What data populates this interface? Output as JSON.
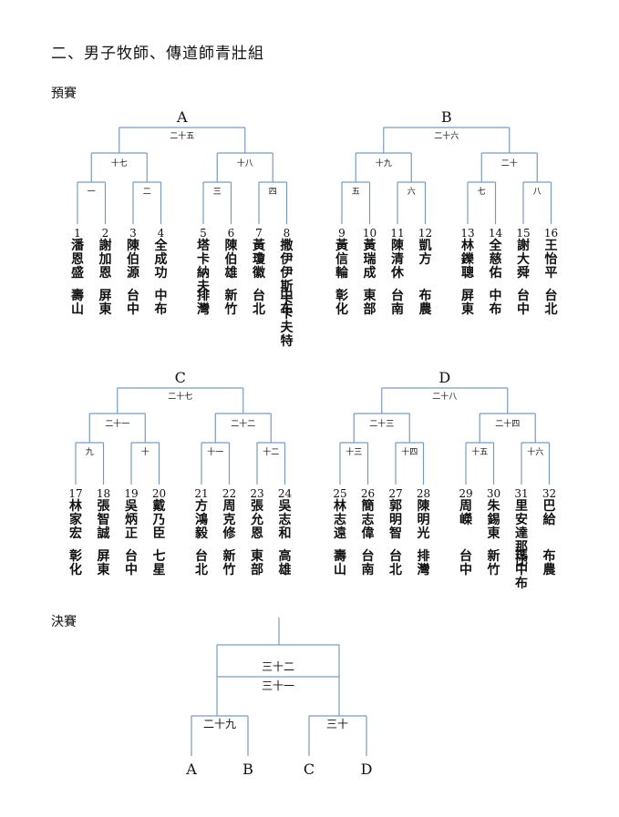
{
  "page": {
    "title": "二、男子牧師、傳道師青壯組",
    "prelim_label": "預賽",
    "final_label": "決賽"
  },
  "groups": [
    {
      "letter": "A",
      "top": "二十五",
      "semis": [
        "十七",
        "十八"
      ],
      "firsts": [
        "一",
        "二",
        "三",
        "四"
      ],
      "players": [
        {
          "seed": "1",
          "name": "潘恩盛",
          "team": "壽山"
        },
        {
          "seed": "2",
          "name": "謝加恩",
          "team": "屏東"
        },
        {
          "seed": "3",
          "name": "陳伯源",
          "team": "台中"
        },
        {
          "seed": "4",
          "name": "全成功",
          "team": "中布"
        },
        {
          "seed": "5",
          "name": "塔卡納夫",
          "team": "排灣"
        },
        {
          "seed": "6",
          "name": "陳伯雄",
          "team": "新竹"
        },
        {
          "seed": "7",
          "name": "黃瓊徽",
          "team": "台北"
        },
        {
          "seed": "8",
          "name": "撒伊伊斯卡卡夫特",
          "team": "中布"
        }
      ]
    },
    {
      "letter": "B",
      "top": "二十六",
      "semis": [
        "十九",
        "二十"
      ],
      "firsts": [
        "五",
        "六",
        "七",
        "八"
      ],
      "players": [
        {
          "seed": "9",
          "name": "黃信輪",
          "team": "彰化"
        },
        {
          "seed": "10",
          "name": "黃瑞成",
          "team": "東部"
        },
        {
          "seed": "11",
          "name": "陳清休",
          "team": "台南"
        },
        {
          "seed": "12",
          "name": "凱　方",
          "team": "布農"
        },
        {
          "seed": "13",
          "name": "林鑠聰",
          "team": "屏東"
        },
        {
          "seed": "14",
          "name": "全慈佑",
          "team": "中布"
        },
        {
          "seed": "15",
          "name": "謝大舜",
          "team": "台中"
        },
        {
          "seed": "16",
          "name": "王怡平",
          "team": "台北"
        }
      ]
    },
    {
      "letter": "C",
      "top": "二十七",
      "semis": [
        "二十一",
        "二十二"
      ],
      "firsts": [
        "九",
        "十",
        "十一",
        "十二"
      ],
      "players": [
        {
          "seed": "17",
          "name": "林家宏",
          "team": "彰化"
        },
        {
          "seed": "18",
          "name": "張智誠",
          "team": "屏東"
        },
        {
          "seed": "19",
          "name": "吳炳正",
          "team": "台中"
        },
        {
          "seed": "20",
          "name": "戴乃臣",
          "team": "七星"
        },
        {
          "seed": "21",
          "name": "方鴻毅",
          "team": "台北"
        },
        {
          "seed": "22",
          "name": "周克修",
          "team": "新竹"
        },
        {
          "seed": "23",
          "name": "張允恩",
          "team": "東部"
        },
        {
          "seed": "24",
          "name": "吳志和",
          "team": "高雄"
        }
      ]
    },
    {
      "letter": "D",
      "top": "二十八",
      "semis": [
        "二十三",
        "二十四"
      ],
      "firsts": [
        "十三",
        "十四",
        "十五",
        "十六"
      ],
      "players": [
        {
          "seed": "25",
          "name": "林志遠",
          "team": "壽山"
        },
        {
          "seed": "26",
          "name": "簡志偉",
          "team": "台南"
        },
        {
          "seed": "27",
          "name": "郭明智",
          "team": "台北"
        },
        {
          "seed": "28",
          "name": "陳明光",
          "team": "排灣"
        },
        {
          "seed": "29",
          "name": "周　嶸",
          "team": "台中"
        },
        {
          "seed": "30",
          "name": "朱錫東",
          "team": "新竹"
        },
        {
          "seed": "31",
          "name": "里安達那比",
          "team": "瑪中布"
        },
        {
          "seed": "32",
          "name": "巴　給",
          "team": "布農"
        }
      ]
    }
  ],
  "final": {
    "championship": "三十二",
    "third_place": "三十一",
    "semis": [
      "二十九",
      "三十"
    ],
    "slots": [
      "A",
      "B",
      "C",
      "D"
    ]
  }
}
